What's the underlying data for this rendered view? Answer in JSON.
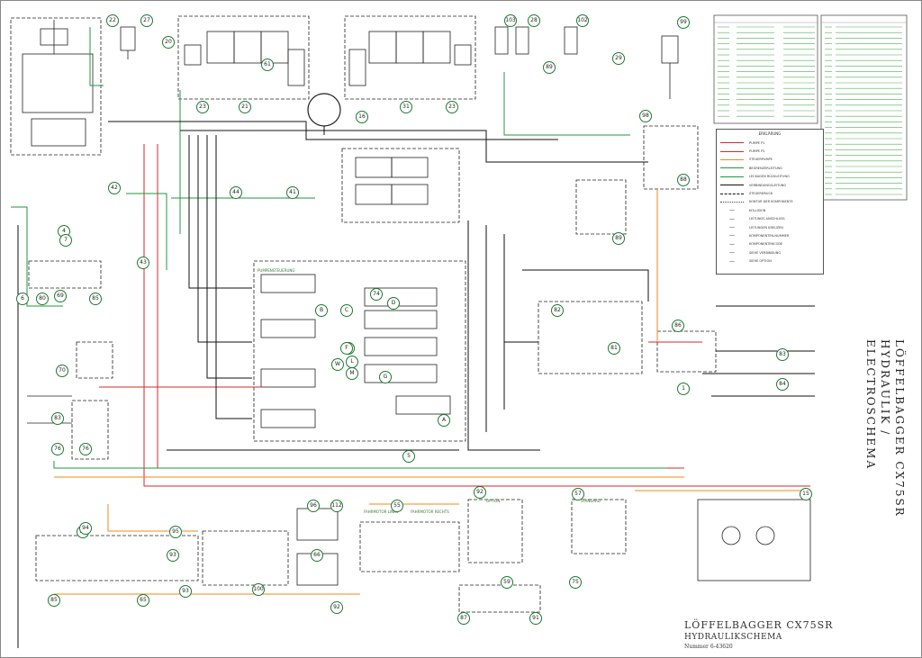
{
  "title_block": {
    "title": "LÖFFELBAGGER CX75SR",
    "subtitle": "HYDRAULIKSCHEMA",
    "number": "Nummer 6-43620"
  },
  "side_title": {
    "line1": "LÖFFELBAGGER CX75SR",
    "line2": "HYDRAULIK /",
    "line3": "ELECTROSCHEMA"
  },
  "legend": {
    "heading": "ERKLÄRUNG",
    "items": [
      {
        "label": "PUMPE P1",
        "color": "#d62a2a",
        "kind": "line"
      },
      {
        "label": "PUMPE P2",
        "color": "#d62a2a",
        "kind": "line"
      },
      {
        "label": "STEUERPUMPE",
        "color": "#f08a1c",
        "kind": "line"
      },
      {
        "label": "BEGRENZERLEITUNG",
        "color": "#1e9a3c",
        "kind": "line"
      },
      {
        "label": "LECKAGEN RÜCKLEITUNG",
        "color": "#1e9a3c",
        "kind": "line"
      },
      {
        "label": "VERBINDUNGSLEITUNG",
        "color": "#111111",
        "kind": "line"
      },
      {
        "label": "STEUERDRUCK",
        "color": "#111111",
        "kind": "line"
      },
      {
        "label": "KONTUR DER KOMPONENTE",
        "color": "#444444",
        "kind": "line"
      },
      {
        "label": "KOLLISION",
        "color": "#111111",
        "kind": "sym"
      },
      {
        "label": "LEITUNGS ANSCHLUSS",
        "color": "#111111",
        "kind": "sym"
      },
      {
        "label": "LEITUNGEN KREUZEN",
        "color": "#111111",
        "kind": "sym"
      },
      {
        "label": "KOMPONENTEN-NUMMER",
        "color": "#111111",
        "kind": "sym"
      },
      {
        "label": "KOMPONENTENCODE",
        "color": "#111111",
        "kind": "sym"
      },
      {
        "label": "SIEHE VERBINDUNG",
        "color": "#111111",
        "kind": "sym"
      },
      {
        "label": "SIEHE OPTION",
        "color": "#111111",
        "kind": "sym"
      }
    ]
  },
  "function_labels": [
    "PUMPENSTEUERUNG",
    "OPTION",
    "STANDARD",
    "FAHRMOTOR LINKS",
    "FAHRMOTOR RECHTS"
  ],
  "component_numbers": [
    "22",
    "27",
    "20",
    "23",
    "21",
    "61",
    "16",
    "31",
    "23",
    "103",
    "28",
    "102",
    "99",
    "89",
    "29",
    "98",
    "88",
    "89",
    "86",
    "83",
    "84",
    "42",
    "4",
    "44",
    "43",
    "41",
    "69",
    "70",
    "76",
    "83",
    "76",
    "93",
    "95",
    "85",
    "94",
    "93",
    "100",
    "96",
    "112",
    "55",
    "92",
    "59",
    "87",
    "91",
    "57",
    "75",
    "92",
    "66",
    "93",
    "65",
    "80",
    "85",
    "6",
    "7",
    "5",
    "1",
    "15",
    "82",
    "81",
    "74",
    "C",
    "E",
    "B",
    "D",
    "F",
    "A",
    "G",
    "W",
    "M",
    "L"
  ],
  "colors": {
    "pressure": "#d62a2a",
    "pilot": "#f08a1c",
    "drain": "#1e9a3c",
    "line": "#111111",
    "number_ring": "#1c7a2e"
  }
}
